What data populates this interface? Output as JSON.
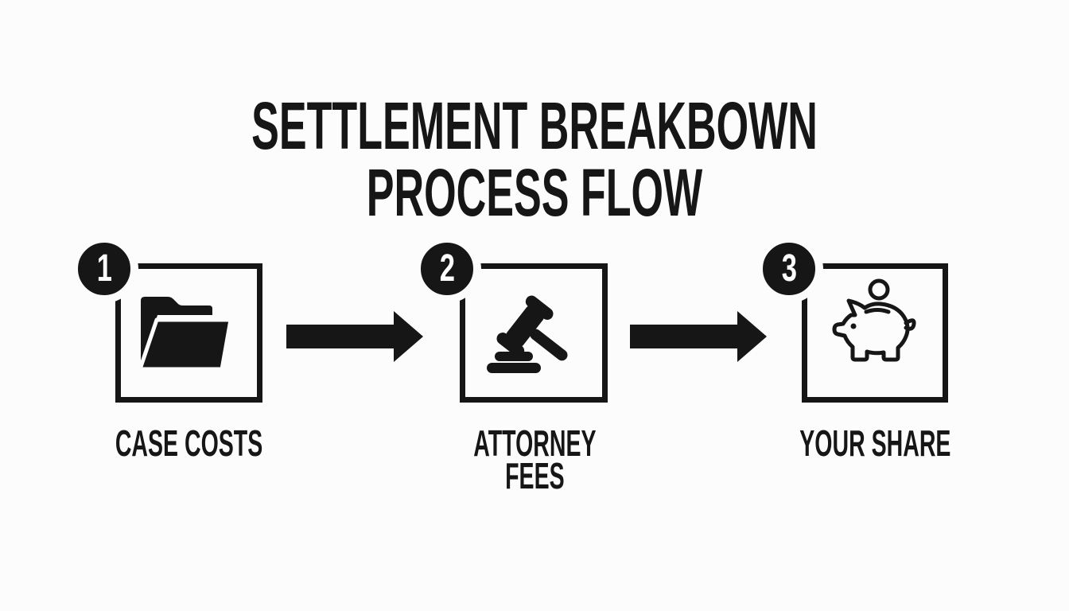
{
  "title": "SETTLEMENT BREAKBOWN PROCESS FLOW",
  "colors": {
    "ink": "#161616",
    "background": "#fcfcfc",
    "badge_fill": "#161616",
    "badge_text": "#ffffff"
  },
  "steps": [
    {
      "number": "1",
      "label": "CASE COSTS",
      "icon": "open-folder-icon"
    },
    {
      "number": "2",
      "label": "ATTORNEY\nFEES",
      "icon": "gavel-icon"
    },
    {
      "number": "3",
      "label": "YOUR SHARE",
      "icon": "piggy-bank-icon"
    }
  ],
  "connectors": [
    {
      "type": "arrow-right",
      "from": "1",
      "to": "2"
    },
    {
      "type": "arrow-right",
      "from": "2",
      "to": "3"
    }
  ]
}
